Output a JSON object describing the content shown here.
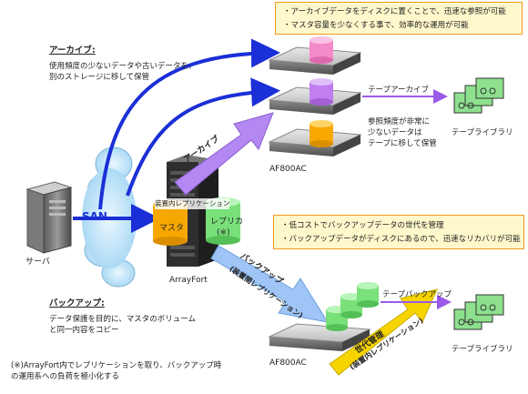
{
  "callout_top": {
    "line1": "・アーカイブデータをディスクに置くことで、迅速な参照が可能",
    "line2": "・マスタ容量を少なくする事で、効率的な運用が可能"
  },
  "callout_mid": {
    "line1": "・低コストでバックアップデータの世代を管理",
    "line2": "・バックアップデータがディスクにあるので、迅速なリカバリが可能"
  },
  "archive": {
    "heading": "アーカイブ:",
    "desc_line1": "使用頻度の少ないデータや古いデータを、",
    "desc_line2": "別のストレージに移して保管"
  },
  "backup": {
    "heading": "バックアップ:",
    "desc_line1": "データ保護を目的に、マスタのボリューム",
    "desc_line2": "と同一内容をコピー"
  },
  "note": {
    "line1": "(※)ArrayFort内でレプリケーションを取り、バックアップ時",
    "line2": "の運用系への負荷を極小化する"
  },
  "labels": {
    "san": "SAN",
    "server": "サーバ",
    "arrayfort": "ArrayFort",
    "inner_replication": "装置内レプリケーション",
    "master": "マスタ",
    "replica": "レプリカ",
    "replica_note": "(※)",
    "af800_top": "AF800AC",
    "af800_bottom": "AF800AC",
    "tape_archive": "テープアーカイブ",
    "tape_library_top": "テープライブラリ",
    "tape_library_bottom": "テープライブラリ",
    "ref_note_line1": "参照頻度が非常に",
    "ref_note_line2": "少ないデータは",
    "ref_note_line3": "テープに移して保管",
    "tape_backup": "テープバックアップ",
    "arrow_archive": "アーカイブ",
    "arrow_backup_line1": "バックアップ",
    "arrow_backup_line2": "(装置間レプリケーション)",
    "arrow_gen_line1": "世代管理",
    "arrow_gen_line2": "(装置内レプリケーション)"
  },
  "colors": {
    "callout_fill": "#fff8cc",
    "callout_border": "#f29b1e",
    "line_blue": "#1a2fd6",
    "purple_arrow": "#b488f2",
    "blue_arrow": "#9ec5f5",
    "yellow_arrow": "#f5d400",
    "cyl_pink": "#f48bc8",
    "cyl_purple": "#c07ef0",
    "cyl_orange": "#f6a800",
    "cyl_green": "#79e07a",
    "tape_green": "#8ee08e"
  }
}
